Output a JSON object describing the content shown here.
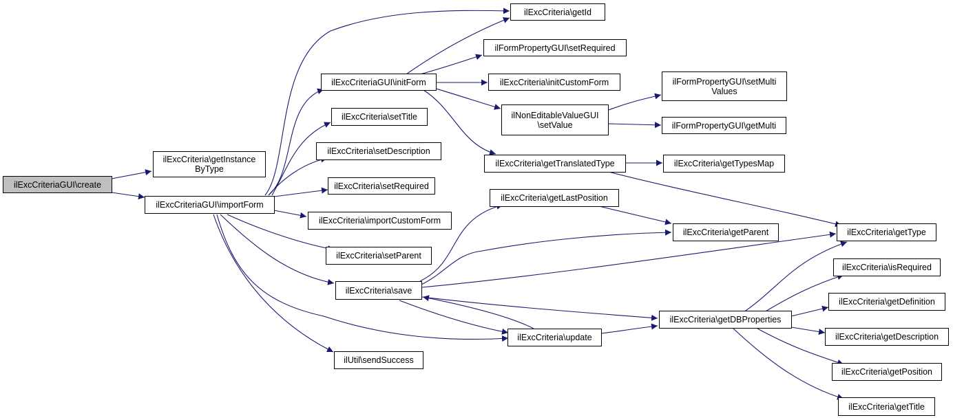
{
  "colors": {
    "edge": "#191970",
    "root_fill": "#bfbfbf",
    "node_fill": "#ffffff",
    "border": "#000000"
  },
  "nodes": {
    "create": "ilExcCriteriaGUI\\create",
    "getInstanceByType": "ilExcCriteria\\getInstance\nByType",
    "importForm": "ilExcCriteriaGUI\\importForm",
    "getId": "ilExcCriteria\\getId",
    "setRequiredForm": "ilFormPropertyGUI\\setRequired",
    "initForm": "ilExcCriteriaGUI\\initForm",
    "initCustomForm": "ilExcCriteria\\initCustomForm",
    "nonEditableSetValue": "ilNonEditableValueGUI\n\\setValue",
    "setMultiValues": "ilFormPropertyGUI\\setMulti\nValues",
    "getMulti": "ilFormPropertyGUI\\getMulti",
    "setTitle": "ilExcCriteria\\setTitle",
    "setDescription": "ilExcCriteria\\setDescription",
    "getTranslatedType": "ilExcCriteria\\getTranslatedType",
    "getTypesMap": "ilExcCriteria\\getTypesMap",
    "setRequired": "ilExcCriteria\\setRequired",
    "getLastPosition": "ilExcCriteria\\getLastPosition",
    "importCustomForm": "ilExcCriteria\\importCustomForm",
    "getParent": "ilExcCriteria\\getParent",
    "getType": "ilExcCriteria\\getType",
    "setParent": "ilExcCriteria\\setParent",
    "isRequired": "ilExcCriteria\\isRequired",
    "save": "ilExcCriteria\\save",
    "getDefinition": "ilExcCriteria\\getDefinition",
    "getDBProperties": "ilExcCriteria\\getDBProperties",
    "update": "ilExcCriteria\\update",
    "getDescription": "ilExcCriteria\\getDescription",
    "sendSuccess": "ilUtil\\sendSuccess",
    "getPosition": "ilExcCriteria\\getPosition",
    "getTitle": "ilExcCriteria\\getTitle"
  }
}
